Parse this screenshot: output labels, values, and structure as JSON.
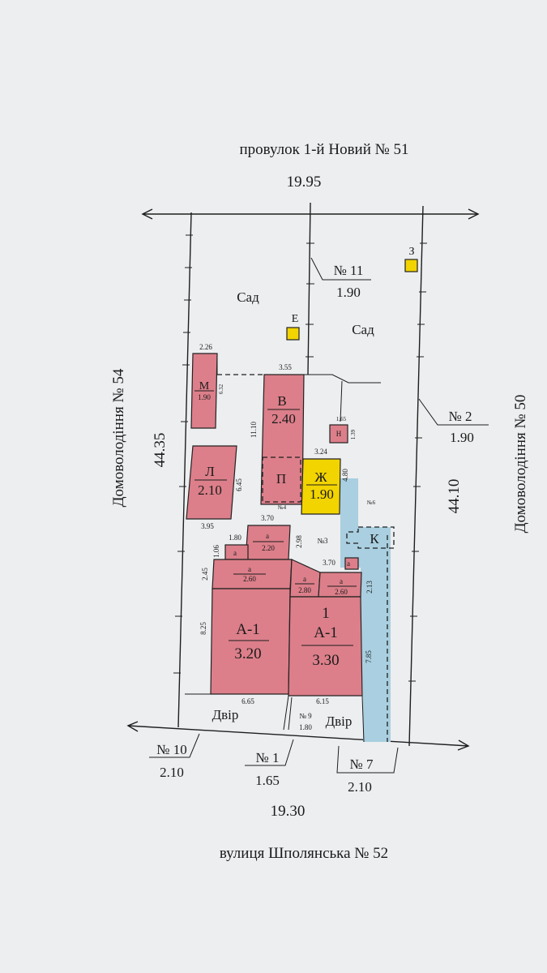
{
  "streets": {
    "top": "провулок 1-й Новий  № 51",
    "bottom": "вулиця Шполянська № 52",
    "left": "Домоволодіння № 54",
    "right": "Домоволодіння № 50"
  },
  "dimensions": {
    "top_width": "19.95",
    "bottom_width": "19.30",
    "left_length": "44.35",
    "right_length": "44.10"
  },
  "areas": {
    "garden_left": "Сад",
    "garden_right": "Сад",
    "yard_left": "Двір",
    "yard_right": "Двір"
  },
  "fences": {
    "f11": {
      "num": "№ 11",
      "h": "1.90"
    },
    "f2": {
      "num": "№ 2",
      "h": "1.90"
    },
    "f10": {
      "num": "№ 10",
      "h": "2.10"
    },
    "f1": {
      "num": "№ 1",
      "h": "1.65"
    },
    "f7": {
      "num": "№ 7",
      "h": "2.10"
    },
    "f9": {
      "num": "№ 9",
      "h": "1.80"
    },
    "f3": "№3",
    "f4": "№4",
    "f6": "№6"
  },
  "markers": {
    "e": "Е",
    "z": "З"
  },
  "buildings": {
    "m": {
      "letter": "М",
      "h": "1.90",
      "w": "2.26",
      "l": "6.32"
    },
    "l": {
      "letter": "Л",
      "h": "2.10",
      "w": "3.95",
      "l": "6.45"
    },
    "v": {
      "letter": "В",
      "h": "2.40",
      "w": "3.55",
      "l": "11.10"
    },
    "p": {
      "letter": "П"
    },
    "zh": {
      "letter": "Ж",
      "h": "1.90",
      "w": "3.24",
      "l": "4.80"
    },
    "n": {
      "letter": "Н",
      "w": "1.65",
      "l": "1.39"
    },
    "k": {
      "letter": "К"
    },
    "a_left": {
      "letter": "А-1",
      "h": "3.20",
      "w": "6.65",
      "l": "8.25"
    },
    "a_right": {
      "num": "1",
      "letter": "А-1",
      "h": "3.30",
      "w": "6.15",
      "l": "7.85"
    },
    "a_small1": {
      "letter": "а",
      "h": "2.20",
      "w": "3.70",
      "l": "2.98"
    },
    "a_small2": {
      "letter": "а",
      "w": "1.80",
      "l": "1.06"
    },
    "a_small3": {
      "letter": "а",
      "h": "2.60",
      "l": "2.45"
    },
    "a_small4": {
      "letter": "а",
      "h": "2.80"
    },
    "a_small5": {
      "letter": "а",
      "h": "2.60",
      "l": "2.13"
    },
    "a_small6": {
      "letter": "а",
      "w": "3.70"
    }
  }
}
